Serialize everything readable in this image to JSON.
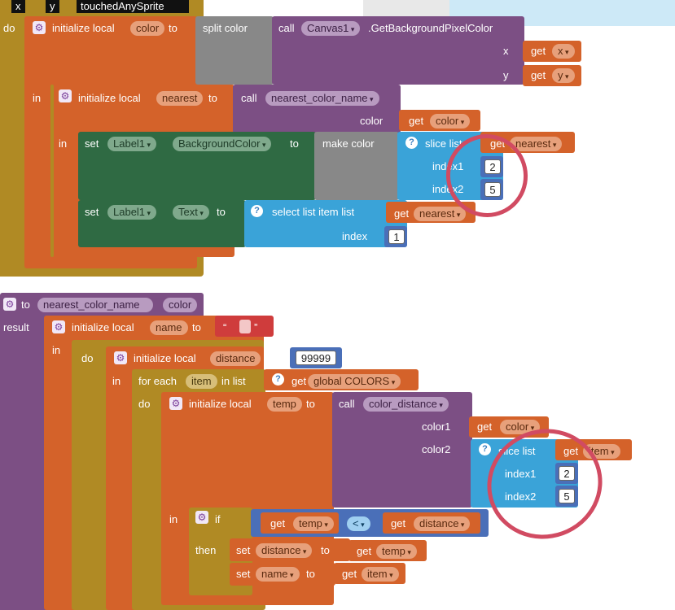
{
  "top_bar": {
    "param_x": "x",
    "param_y": "y",
    "event_name": "touchedAnySprite"
  },
  "event1": {
    "do_label": "do",
    "init_color": {
      "label": "initialize local",
      "var": "color",
      "to": "to"
    },
    "split_color": "split color",
    "call_canvas": {
      "call": "call",
      "component": "Canvas1",
      "method": ".GetBackgroundPixelColor",
      "x_label": "x",
      "y_label": "y",
      "get": "get",
      "x_var": "x",
      "y_var": "y"
    },
    "in_label": "in",
    "init_nearest": {
      "label": "initialize local",
      "var": "nearest",
      "to": "to"
    },
    "call_nearest": {
      "call": "call",
      "proc": "nearest_color_name",
      "color_label": "color",
      "get": "get",
      "color_var": "color"
    },
    "in2_label": "in",
    "set_bg": {
      "set": "set",
      "component": "Label1",
      "property": "BackgroundColor",
      "to": "to"
    },
    "make_color": "make color",
    "slice": {
      "label": "slice list",
      "list_var": "nearest",
      "get": "get",
      "index1": "index1",
      "index2": "index2",
      "val1": "2",
      "val2": "5"
    },
    "set_text": {
      "set": "set",
      "component": "Label1",
      "property": "Text",
      "to": "to"
    },
    "select_item": {
      "label": "select list item list",
      "get": "get",
      "list_var": "nearest",
      "index": "index",
      "val": "1"
    }
  },
  "proc": {
    "to": "to",
    "name": "nearest_color_name",
    "param": "color",
    "result": "result",
    "init_name": {
      "label": "initialize local",
      "var": "name",
      "to": "to",
      "str_open": "“",
      "str_close": "”"
    },
    "in_label": "in",
    "do_label": "do",
    "init_distance": {
      "label": "initialize local",
      "var": "distance",
      "to": "to",
      "val": "99999"
    },
    "in2_label": "in",
    "for_each": {
      "label": "for each",
      "item": "item",
      "in_list": "in list",
      "get": "get",
      "list": "global COLORS"
    },
    "do2_label": "do",
    "init_temp": {
      "label": "initialize local",
      "var": "temp",
      "to": "to"
    },
    "call_dist": {
      "call": "call",
      "proc": "color_distance",
      "color1": "color1",
      "color2": "color2",
      "get": "get",
      "color_var": "color"
    },
    "slice": {
      "label": "slice list",
      "get": "get",
      "list_var": "item",
      "index1": "index1",
      "index2": "index2",
      "val1": "2",
      "val2": "5"
    },
    "in3_label": "in",
    "if": {
      "if": "if",
      "then": "then",
      "get": "get",
      "a": "temp",
      "op": "<",
      "b": "distance"
    },
    "set1": {
      "set": "set",
      "var": "distance",
      "to": "to",
      "get": "get",
      "val": "temp"
    },
    "set2": {
      "set": "set",
      "var": "name",
      "to": "to",
      "get": "get",
      "val": "item"
    }
  },
  "colors": {
    "event": "#b08a24",
    "local": "#d4622a",
    "text": "#888888",
    "procedure": "#7c4f84",
    "component_set": "#2f6a43",
    "list": "#3aa3d8",
    "math": "#4a6fb8",
    "highlight": "#d14b62"
  }
}
